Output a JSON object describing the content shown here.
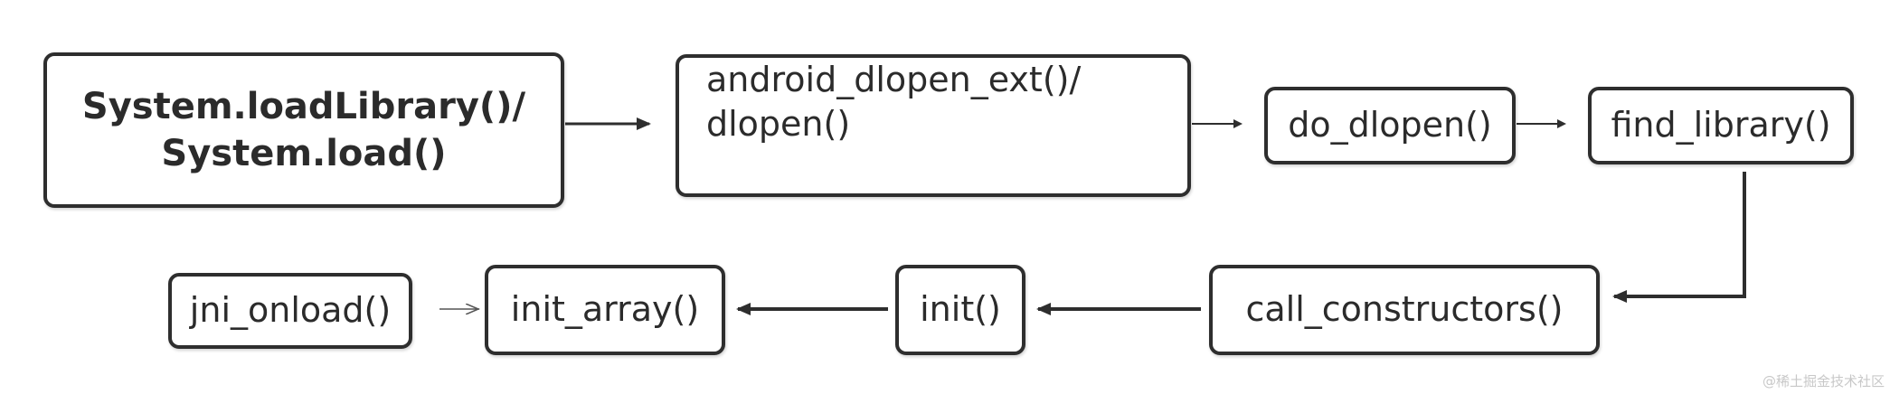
{
  "nodes": {
    "system_load": {
      "lines": [
        "System.loadLibrary()/",
        "System.load()"
      ]
    },
    "android_dlopen": {
      "lines": [
        "android_dlopen_ext()/",
        "dlopen()"
      ]
    },
    "do_dlopen": {
      "label": "do_dlopen()"
    },
    "find_library": {
      "label": "find_library()"
    },
    "call_constructors": {
      "label": "call_constructors()"
    },
    "init": {
      "label": "init()"
    },
    "init_array": {
      "label": "init_array()"
    },
    "jni_onload": {
      "label": "jni_onload()"
    }
  },
  "watermark": "@稀土掘金技术社区",
  "colors": {
    "stroke": "#2e2e2e",
    "text": "#2b2b2b",
    "watermark": "#c8c8c8"
  }
}
